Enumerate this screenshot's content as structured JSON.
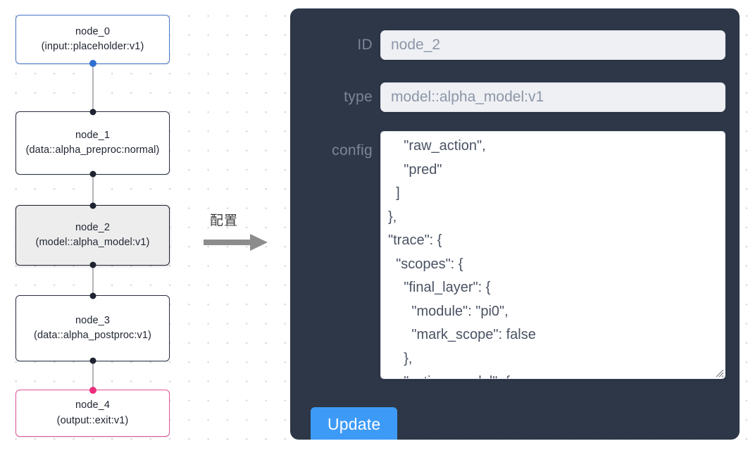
{
  "graph": {
    "nodes": [
      {
        "id": "node_0",
        "title": "node_0",
        "subtitle": "(input::placeholder:v1)",
        "kind": "input",
        "selected": false
      },
      {
        "id": "node_1",
        "title": "node_1",
        "subtitle": "(data::alpha_preproc:normal)",
        "kind": "default",
        "selected": false
      },
      {
        "id": "node_2",
        "title": "node_2",
        "subtitle": "(model::alpha_model:v1)",
        "kind": "model",
        "selected": true
      },
      {
        "id": "node_3",
        "title": "node_3",
        "subtitle": "(data::alpha_postproc:v1)",
        "kind": "default",
        "selected": false
      },
      {
        "id": "node_4",
        "title": "node_4",
        "subtitle": "(output::exit:v1)",
        "kind": "output",
        "selected": false
      }
    ],
    "colors": {
      "input_border": "#4a76c8",
      "output_border": "#e2549a",
      "default_border": "#2a3140",
      "selected_fill": "#ededee",
      "edge": "#b6b6bb",
      "handle": "#1d2330",
      "handle_input": "#2f6fd0",
      "handle_output": "#ea2d7c"
    }
  },
  "annotation": {
    "label": "配置",
    "arrow_color": "#808080"
  },
  "panel": {
    "background": "#2d3748",
    "fields": {
      "id": {
        "label": "ID",
        "value": "node_2",
        "placeholder": "node_2"
      },
      "type": {
        "label": "type",
        "value": "model::alpha_model:v1",
        "placeholder": "model::alpha_model:v1"
      },
      "config": {
        "label": "config",
        "value": "    \"raw_action\",\n    \"pred\"\n  ]\n},\n\"trace\": {\n  \"scopes\": {\n    \"final_layer\": {\n      \"module\": \"pi0\",\n      \"mark_scope\": false\n    },\n    \"action_model\": {\n      \"module\": \"action_expert\",\n      \"mark_scope\": true\n    }\n  }\n}"
      }
    },
    "update_button": {
      "label": "Update",
      "color": "#3d9bf7"
    }
  }
}
